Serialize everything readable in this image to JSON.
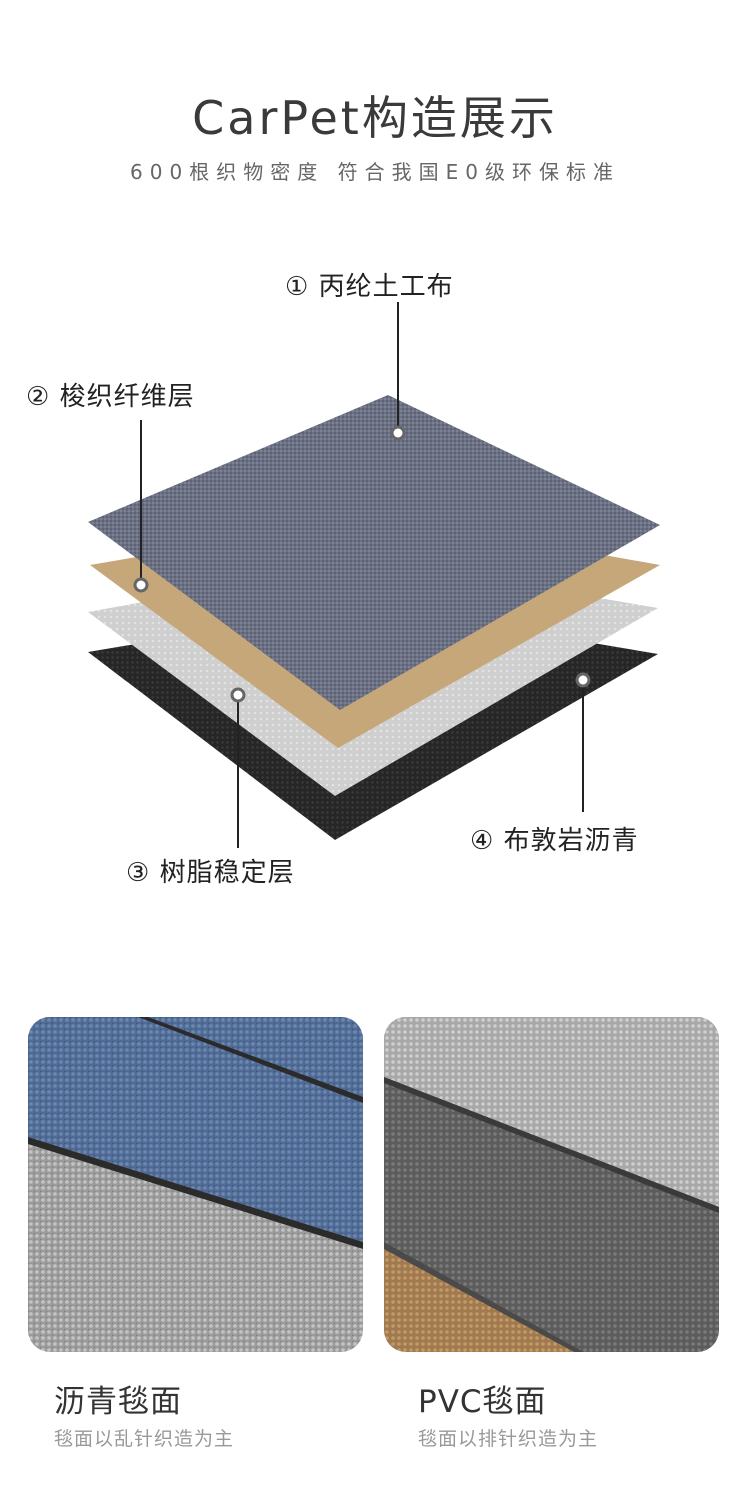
{
  "header": {
    "title": "CarPet构造展示",
    "subtitle": "600根织物密度 符合我国E0级环保标准"
  },
  "layers": [
    {
      "label": "① 丙纶土工布"
    },
    {
      "label": "② 梭织纤维层"
    },
    {
      "label": "③ 树脂稳定层"
    },
    {
      "label": "④ 布敦岩沥青"
    }
  ],
  "colors": {
    "top_layer": "#6b7183",
    "fiber_layer": "#c6a77a",
    "resin_layer": "#cfcfcf",
    "asphalt_layer": "#2a2a2a",
    "blue_carpet": "#4f6a94",
    "grey_carpet": "#9a9a9a",
    "tan_carpet": "#a07a4e"
  },
  "products": [
    {
      "name": "沥青毯面",
      "desc": "毯面以乱针织造为主"
    },
    {
      "name": "PVC毯面",
      "desc": "毯面以排针织造为主"
    }
  ]
}
